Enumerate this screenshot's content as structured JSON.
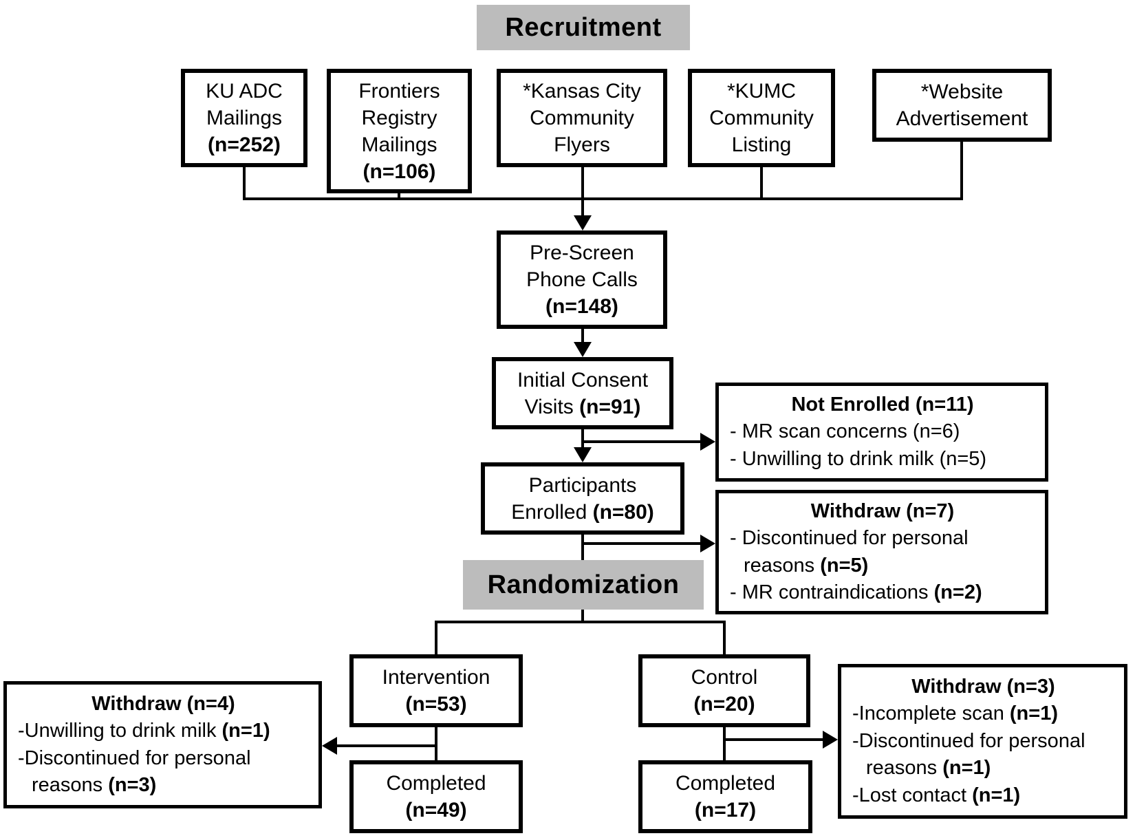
{
  "title": "Recruitment and randomization flow diagram",
  "colors": {
    "header_bg": "#bcbcbc",
    "line": "#000000",
    "box_border": "#000000",
    "background": "#ffffff"
  },
  "sections": {
    "recruitment": "Recruitment",
    "randomization": "Randomization"
  },
  "boxes": {
    "ku_adc": {
      "line1": "KU ADC",
      "line2": "Mailings",
      "n": "(n=252)"
    },
    "frontiers": {
      "line1": "Frontiers",
      "line2": "Registry",
      "line3": "Mailings",
      "n": "(n=106)"
    },
    "kc_flyers": {
      "line1": "*Kansas City",
      "line2": "Community",
      "line3": "Flyers"
    },
    "kumc_listing": {
      "line1": "*KUMC",
      "line2": "Community",
      "line3": "Listing"
    },
    "website_ad": {
      "line1": "*Website",
      "line2": "Advertisement"
    },
    "pre_screen": {
      "line1": "Pre-Screen",
      "line2": "Phone Calls",
      "n": "(n=148)"
    },
    "initial_consent": {
      "line1": "Initial Consent",
      "line2_text": "Visits ",
      "n": "(n=91)"
    },
    "not_enrolled": {
      "title": "Not Enrolled (n=11)",
      "items": [
        "- MR scan concerns (n=6)",
        "- Unwilling to drink milk (n=5)"
      ]
    },
    "participants": {
      "line1": "Participants",
      "line2_text": "Enrolled ",
      "n": "(n=80)"
    },
    "withdraw7": {
      "title": "Withdraw (n=7)",
      "items": [
        {
          "text": "- Discontinued for personal reasons ",
          "n": "(n=5)"
        },
        {
          "text": "- MR contraindications ",
          "n": "(n=2)"
        }
      ]
    },
    "intervention": {
      "line1": "Intervention",
      "n": "(n=53)"
    },
    "control": {
      "line1": "Control",
      "n": "(n=20)"
    },
    "withdraw4": {
      "title": "Withdraw (n=4)",
      "items": [
        {
          "text": "-Unwilling to drink milk ",
          "n": "(n=1)"
        },
        {
          "text": "-Discontinued for personal reasons ",
          "n": "(n=3)"
        }
      ]
    },
    "withdraw3": {
      "title": "Withdraw (n=3)",
      "items": [
        {
          "text": "-Incomplete scan ",
          "n": "(n=1)"
        },
        {
          "text": "-Discontinued for personal reasons ",
          "n": "(n=1)"
        },
        {
          "text": "-Lost contact ",
          "n": "(n=1)"
        }
      ]
    },
    "completed_intervention": {
      "line1": "Completed",
      "n": "(n=49)"
    },
    "completed_control": {
      "line1": "Completed",
      "n": "(n=17)"
    }
  }
}
